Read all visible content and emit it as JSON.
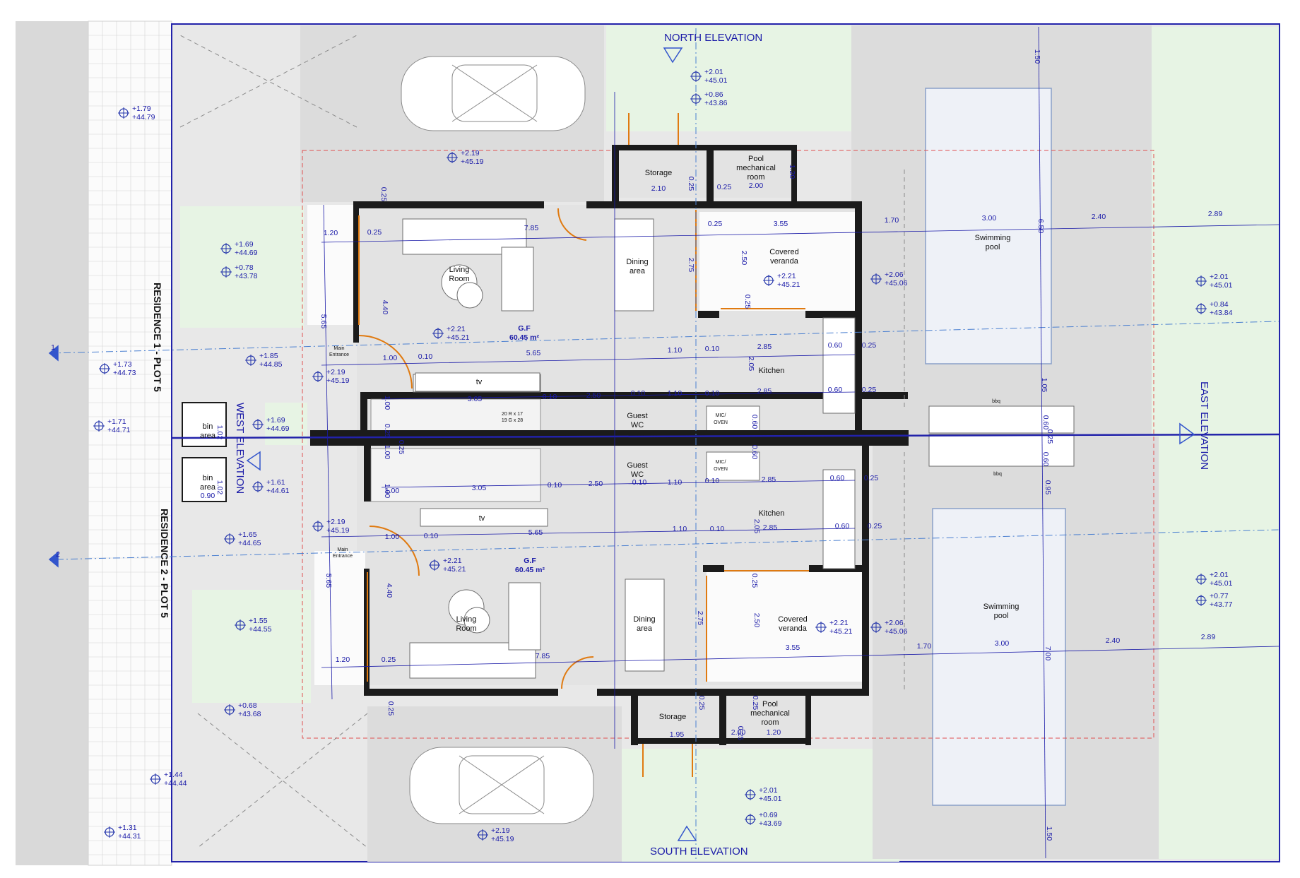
{
  "residence_labels": {
    "r1": "RESIDENCE 1 - PLOT 5",
    "r2": "RESIDENCE 2 - PLOT 5"
  },
  "elevations": {
    "north": "NORTH ELEVATION",
    "south": "SOUTH ELEVATION",
    "east": "EAST ELEVATION",
    "west": "WEST ELEVATION"
  },
  "grid_markers": {
    "a": "1",
    "b": "2"
  },
  "house1": {
    "storage": "Storage",
    "pool_mech_1": "Pool",
    "pool_mech_2": "mechanical",
    "pool_mech_3": "room",
    "living_1": "Living",
    "living_2": "Room",
    "dining_1": "Dining",
    "dining_2": "area",
    "veranda_1": "Covered",
    "veranda_2": "veranda",
    "pool_1": "Swimming",
    "pool_2": "pool",
    "kitchen": "Kitchen",
    "guest_1": "Guest",
    "guest_2": "WC",
    "tv": "tv",
    "bin_1": "bin",
    "bin_2": "area",
    "gf": "G.F",
    "gf_area": "60.45 m²",
    "main_1": "Main",
    "main_2": "Entrance",
    "bbq": "bbq",
    "oven_1": "MIC/",
    "oven_2": "OVEN"
  },
  "house2": {
    "storage": "Storage",
    "pool_mech_1": "Pool",
    "pool_mech_2": "mechanical",
    "pool_mech_3": "room",
    "living_1": "Living",
    "living_2": "Room",
    "dining_1": "Dining",
    "dining_2": "area",
    "veranda_1": "Covered",
    "veranda_2": "veranda",
    "pool_1": "Swimming",
    "pool_2": "pool",
    "kitchen": "Kitchen",
    "guest_1": "Guest",
    "guest_2": "WC",
    "tv": "tv",
    "bin_1": "bin",
    "bin_2": "area",
    "gf": "G.F",
    "gf_area": "60.45 m²",
    "main_1": "Main",
    "main_2": "Entrance",
    "bbq": "bbq",
    "oven_1": "MIC/",
    "oven_2": "OVEN"
  },
  "levels": [
    [
      "+1.79",
      "+44.79"
    ],
    [
      "+2.19",
      "+45.19"
    ],
    [
      "+2.01",
      "+45.01"
    ],
    [
      "+0.86",
      "+43.86"
    ],
    [
      "+1.69",
      "+44.69"
    ],
    [
      "+0.78",
      "+43.78"
    ],
    [
      "+2.06",
      "+45.06"
    ],
    [
      "+2.21",
      "+45.21"
    ],
    [
      "+2.01",
      "+45.01"
    ],
    [
      "+0.84",
      "+43.84"
    ],
    [
      "+2.21",
      "+45.21"
    ],
    [
      "+1.85",
      "+44.85"
    ],
    [
      "+1.73",
      "+44.73"
    ],
    [
      "+2.19",
      "+45.19"
    ],
    [
      "+1.71",
      "+44.71"
    ],
    [
      "+1.69",
      "+44.69"
    ],
    [
      "+1.61",
      "+44.61"
    ],
    [
      "+2.19",
      "+45.19"
    ],
    [
      "+1.65",
      "+44.65"
    ],
    [
      "+2.21",
      "+45.21"
    ],
    [
      "+2.01",
      "+45.01"
    ],
    [
      "+0.77",
      "+43.77"
    ],
    [
      "+1.55",
      "+44.55"
    ],
    [
      "+2.21",
      "+45.21"
    ],
    [
      "+2.06",
      "+45.06"
    ],
    [
      "+0.68",
      "+43.68"
    ],
    [
      "+1.44",
      "+44.44"
    ],
    [
      "+2.01",
      "+45.01"
    ],
    [
      "+0.69",
      "+43.69"
    ],
    [
      "+1.31",
      "+44.31"
    ],
    [
      "+2.19",
      "+45.19"
    ]
  ],
  "dims": [
    "1.50",
    "0.25",
    "2.10",
    "0.25",
    "0.25",
    "2.00",
    "1.20",
    "1.20",
    "0.25",
    "7.85",
    "0.25",
    "3.55",
    "1.70",
    "3.00",
    "6.50",
    "2.40",
    "2.89",
    "2.75",
    "2.50",
    "0.25",
    "5.65",
    "4.40",
    "1.00",
    "0.10",
    "5.65",
    "1.10",
    "0.10",
    "2.85",
    "0.60",
    "0.25",
    "2.05",
    "1.00",
    "3.05",
    "0.10",
    "2.50",
    "0.10",
    "1.10",
    "0.10",
    "2.85",
    "0.60",
    "0.25",
    "1.05",
    "1.00",
    "0.25",
    "0.25",
    "0.60",
    "0.60",
    "0.25",
    "0.60",
    "0.60",
    "0.95",
    "1.00",
    "1.00",
    "3.05",
    "0.10",
    "2.50",
    "0.10",
    "1.10",
    "0.10",
    "2.85",
    "0.60",
    "0.25",
    "1.00",
    "0.10",
    "5.65",
    "1.10",
    "0.10",
    "2.85",
    "0.60",
    "0.25",
    "2.05",
    "0.25",
    "5.65",
    "4.40",
    "2.75",
    "2.50",
    "3.55",
    "1.70",
    "3.00",
    "2.40",
    "2.89",
    "7.00",
    "1.20",
    "0.25",
    "7.85",
    "0.25",
    "0.25",
    "0.25",
    "2.00",
    "1.20",
    "1.95",
    "1.50",
    "0.90",
    "1.02",
    "1.02",
    "0.25"
  ],
  "tread_1": "20 R x 17",
  "tread_2": "19 G x 28",
  "colors": {
    "grass": "#e8f5e6",
    "paving": "#e6e6e6",
    "pool": "#eef1f7",
    "road": "#d8d8d8",
    "dimension_blue": "#1a1aa8",
    "door_orange": "#e07a10",
    "boundary_red": "#e05050"
  }
}
